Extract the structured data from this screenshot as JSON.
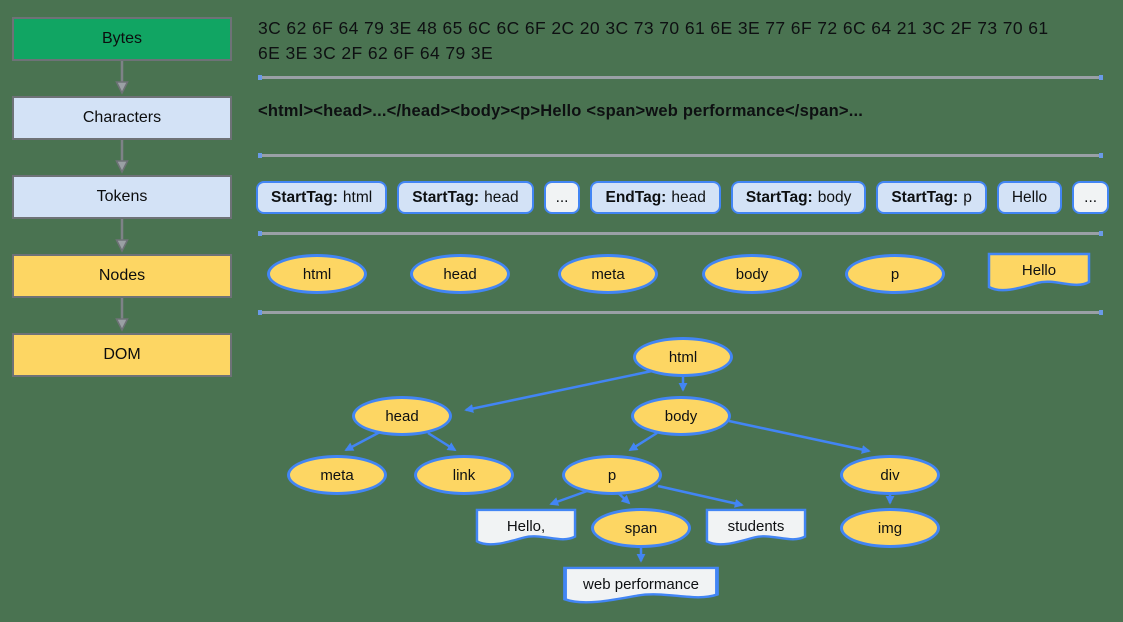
{
  "colors": {
    "background": "#4A7351",
    "stage_green": "#11A563",
    "stage_blue": "#D3E2F6",
    "stage_yellow": "#FDD663",
    "accent_blue": "#4285F4",
    "divider_gray": "#9AA0A6",
    "box_border_gray": "#6E7277",
    "doc_white": "#F1F3F4"
  },
  "pipeline": {
    "stages": [
      {
        "label": "Bytes"
      },
      {
        "label": "Characters"
      },
      {
        "label": "Tokens"
      },
      {
        "label": "Nodes"
      },
      {
        "label": "DOM"
      }
    ]
  },
  "bytes_row": {
    "lines": [
      "3C 62 6F 64 79 3E 48 65 6C 6C 6F 2C 20 3C 73 70 61 6E 3E 77 6F 72 6C 64 21 3C 2F 73 70 61",
      "6E 3E 3C 2F 62 6F 64 79 3E"
    ]
  },
  "characters_row": {
    "text": "<html><head>...</head><body><p>Hello <span>web performance</span>..."
  },
  "tokens_row": {
    "items": [
      {
        "prefix": "StartTag:",
        "value": "html",
        "variant": "blue"
      },
      {
        "prefix": "StartTag:",
        "value": "head",
        "variant": "blue"
      },
      {
        "prefix": "",
        "value": "...",
        "variant": "plain"
      },
      {
        "prefix": "EndTag:",
        "value": "head",
        "variant": "blue"
      },
      {
        "prefix": "StartTag:",
        "value": "body",
        "variant": "blue"
      },
      {
        "prefix": "StartTag:",
        "value": "p",
        "variant": "blue"
      },
      {
        "prefix": "",
        "value": "Hello",
        "variant": "blue"
      },
      {
        "prefix": "",
        "value": "...",
        "variant": "plain"
      }
    ]
  },
  "nodes_row": {
    "items": [
      {
        "label": "html",
        "shape": "ellipse"
      },
      {
        "label": "head",
        "shape": "ellipse"
      },
      {
        "label": "meta",
        "shape": "ellipse"
      },
      {
        "label": "body",
        "shape": "ellipse"
      },
      {
        "label": "p",
        "shape": "ellipse"
      },
      {
        "label": "Hello",
        "shape": "document"
      }
    ]
  },
  "dom_tree": {
    "nodes": [
      {
        "id": "html",
        "label": "html",
        "shape": "ellipse"
      },
      {
        "id": "head",
        "label": "head",
        "shape": "ellipse"
      },
      {
        "id": "body",
        "label": "body",
        "shape": "ellipse"
      },
      {
        "id": "meta",
        "label": "meta",
        "shape": "ellipse"
      },
      {
        "id": "link",
        "label": "link",
        "shape": "ellipse"
      },
      {
        "id": "p",
        "label": "p",
        "shape": "ellipse"
      },
      {
        "id": "div",
        "label": "div",
        "shape": "ellipse"
      },
      {
        "id": "hello",
        "label": "Hello,",
        "shape": "document"
      },
      {
        "id": "span",
        "label": "span",
        "shape": "ellipse"
      },
      {
        "id": "students",
        "label": "students",
        "shape": "document"
      },
      {
        "id": "img",
        "label": "img",
        "shape": "ellipse"
      },
      {
        "id": "webperf",
        "label": "web performance",
        "shape": "document"
      }
    ],
    "edges": [
      {
        "from": "html",
        "to": "head"
      },
      {
        "from": "html",
        "to": "body"
      },
      {
        "from": "head",
        "to": "meta"
      },
      {
        "from": "head",
        "to": "link"
      },
      {
        "from": "body",
        "to": "p"
      },
      {
        "from": "body",
        "to": "div"
      },
      {
        "from": "p",
        "to": "hello"
      },
      {
        "from": "p",
        "to": "span"
      },
      {
        "from": "p",
        "to": "students"
      },
      {
        "from": "div",
        "to": "img"
      },
      {
        "from": "span",
        "to": "webperf"
      }
    ]
  }
}
